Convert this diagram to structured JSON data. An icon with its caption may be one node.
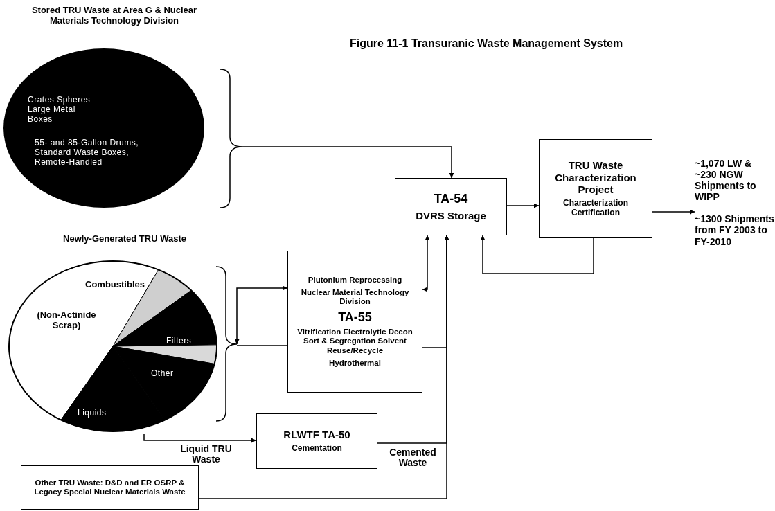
{
  "diagram": {
    "title": "Figure 11-1 Transuranic Waste Management System",
    "nodes": [
      {
        "text": [
          "Stored TRU Waste at Area G & Nuclear Materials Technology Division",
          "Crates Spheres Large Metal Boxes",
          "55- and 85-Gallon Drums, Standard Waste Boxes, Remote-Handled"
        ]
      },
      {
        "text": [
          "TA-54",
          "DVRS Storage"
        ]
      },
      {
        "text": [
          "TRU Waste Characterization Project",
          "Characterization Certification"
        ]
      },
      {
        "text": [
          "~1,070 LW & ~230 NGW Shipments to WIPP",
          "~1300 Shipments from FY 2003 to FY-2010"
        ]
      },
      {
        "text": [
          "Newly-Generated TRU Waste",
          "Combustibles",
          "(Non-Actinide Scrap)",
          "Filters",
          "Other",
          "Liquids"
        ]
      },
      {
        "text": [
          "Plutonium Reprocessing",
          "Nuclear Material Technology Division",
          "TA-55",
          "Vitrification Electrolytic Decon Sort & Segregation Solvent Reuse/Recycle",
          "Hydrothermal"
        ]
      },
      {
        "text": [
          "RLWTF TA-50",
          "Cementation"
        ]
      },
      {
        "text": [
          "Other TRU Waste: D&D and ER OSRP & Legacy Special Nuclear Materials Waste"
        ]
      }
    ],
    "edges": [
      {
        "from": 0,
        "to": 1,
        "arrow": "to"
      },
      {
        "from": 1,
        "to": 2,
        "arrow": "to"
      },
      {
        "from": 2,
        "to": 1,
        "arrow": "to"
      },
      {
        "from": 2,
        "to": 3,
        "arrow": "to"
      },
      {
        "from": 4,
        "to": 5,
        "arrow": "both"
      },
      {
        "from": 4,
        "to": 5,
        "arrow": "none"
      },
      {
        "from": 5,
        "to": 1,
        "arrow": "both"
      },
      {
        "from": 5,
        "to": 1,
        "arrow": "to"
      },
      {
        "from": 6,
        "to": 1,
        "arrow": "to",
        "label": "Cemented Waste"
      },
      {
        "from": 7,
        "to": 1,
        "arrow": "to"
      },
      {
        "from": 4,
        "to": 6,
        "arrow": "to",
        "label": "Liquid TRU Waste"
      }
    ]
  }
}
